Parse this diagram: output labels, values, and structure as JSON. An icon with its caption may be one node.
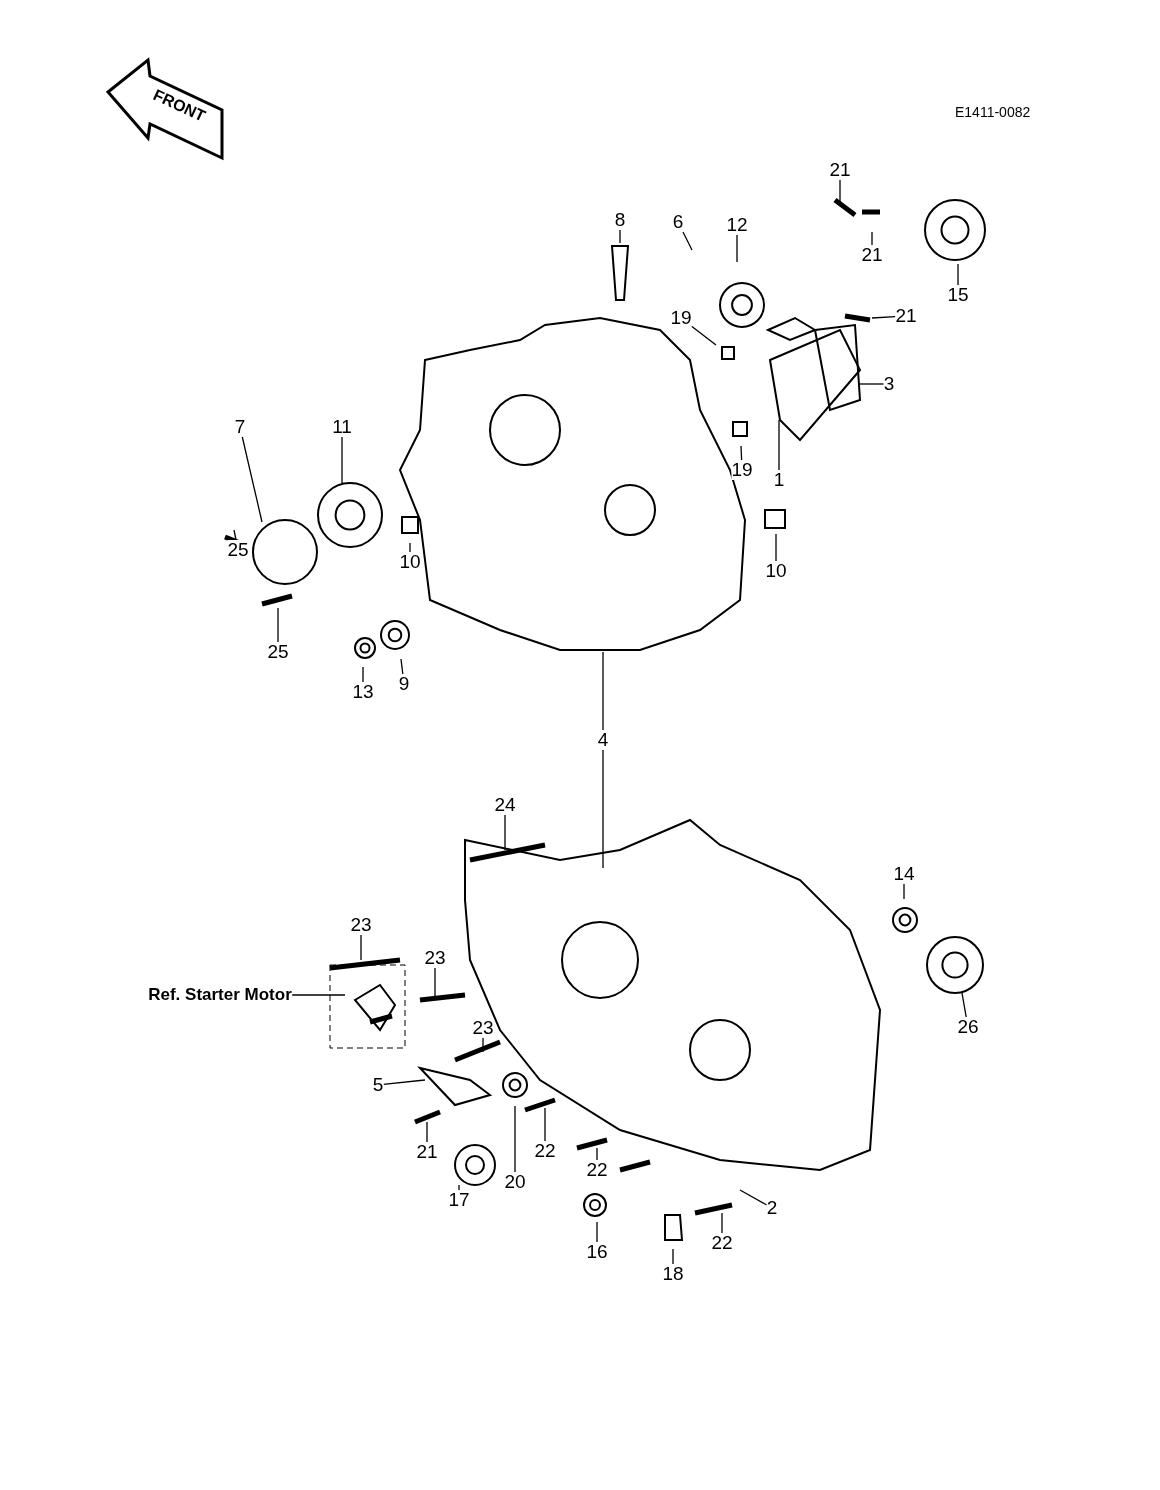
{
  "diagram": {
    "nodes": [
      {
        "text": [
          "21"
        ]
      },
      {
        "text": [
          "8"
        ]
      },
      {
        "text": [
          "6"
        ]
      },
      {
        "text": [
          "12"
        ]
      },
      {
        "text": [
          "21"
        ]
      },
      {
        "text": [
          "15"
        ]
      },
      {
        "text": [
          "19"
        ]
      },
      {
        "text": [
          "21"
        ]
      },
      {
        "text": [
          "3"
        ]
      },
      {
        "text": [
          "7"
        ]
      },
      {
        "text": [
          "11"
        ]
      },
      {
        "text": [
          "19"
        ]
      },
      {
        "text": [
          "1"
        ]
      },
      {
        "text": [
          "25"
        ]
      },
      {
        "text": [
          "10"
        ]
      },
      {
        "text": [
          "10"
        ]
      },
      {
        "text": [
          "25"
        ]
      },
      {
        "text": [
          "13"
        ]
      },
      {
        "text": [
          "9"
        ]
      },
      {
        "text": [
          "4"
        ]
      },
      {
        "text": [
          "24"
        ]
      },
      {
        "text": [
          "14"
        ]
      },
      {
        "text": [
          "23"
        ]
      },
      {
        "text": [
          "23"
        ]
      },
      {
        "text": [
          "Ref. Starter Motor"
        ]
      },
      {
        "text": [
          "26"
        ]
      },
      {
        "text": [
          "23"
        ]
      },
      {
        "text": [
          "5"
        ]
      },
      {
        "text": [
          "21"
        ]
      },
      {
        "text": [
          "22"
        ]
      },
      {
        "text": [
          "22"
        ]
      },
      {
        "text": [
          "20"
        ]
      },
      {
        "text": [
          "2"
        ]
      },
      {
        "text": [
          "17"
        ]
      },
      {
        "text": [
          "22"
        ]
      },
      {
        "text": [
          "16"
        ]
      },
      {
        "text": [
          "18"
        ]
      }
    ],
    "edges": [
      {
        "from": 0,
        "to": null,
        "arrow": "none"
      },
      {
        "from": 1,
        "to": null,
        "arrow": "none"
      },
      {
        "from": 2,
        "to": null,
        "arrow": "none"
      },
      {
        "from": 3,
        "to": null,
        "arrow": "none"
      },
      {
        "from": 4,
        "to": null,
        "arrow": "none"
      },
      {
        "from": 5,
        "to": null,
        "arrow": "none"
      },
      {
        "from": 6,
        "to": null,
        "arrow": "none"
      },
      {
        "from": 7,
        "to": null,
        "arrow": "none"
      },
      {
        "from": 8,
        "to": null,
        "arrow": "none"
      },
      {
        "from": 9,
        "to": null,
        "arrow": "none"
      },
      {
        "from": 10,
        "to": null,
        "arrow": "none"
      },
      {
        "from": 11,
        "to": null,
        "arrow": "none"
      },
      {
        "from": 12,
        "to": null,
        "arrow": "none"
      },
      {
        "from": 13,
        "to": null,
        "arrow": "none"
      },
      {
        "from": 14,
        "to": null,
        "arrow": "none"
      },
      {
        "from": 15,
        "to": null,
        "arrow": "none"
      },
      {
        "from": 16,
        "to": null,
        "arrow": "none"
      },
      {
        "from": 17,
        "to": null,
        "arrow": "none"
      },
      {
        "from": 18,
        "to": null,
        "arrow": "none"
      },
      {
        "from": 19,
        "to": null,
        "arrow": "none"
      },
      {
        "from": 19,
        "to": null,
        "arrow": "none"
      },
      {
        "from": 20,
        "to": null,
        "arrow": "none"
      },
      {
        "from": 21,
        "to": null,
        "arrow": "none"
      },
      {
        "from": 22,
        "to": null,
        "arrow": "none"
      },
      {
        "from": 23,
        "to": null,
        "arrow": "none"
      },
      {
        "from": 24,
        "to": null,
        "arrow": "none"
      },
      {
        "from": 25,
        "to": null,
        "arrow": "none"
      },
      {
        "from": 26,
        "to": null,
        "arrow": "none"
      },
      {
        "from": 27,
        "to": null,
        "arrow": "none"
      },
      {
        "from": 28,
        "to": null,
        "arrow": "none"
      },
      {
        "from": 29,
        "to": null,
        "arrow": "none"
      },
      {
        "from": 30,
        "to": null,
        "arrow": "none"
      },
      {
        "from": 31,
        "to": null,
        "arrow": "none"
      },
      {
        "from": 32,
        "to": null,
        "arrow": "none"
      },
      {
        "from": 33,
        "to": null,
        "arrow": "none"
      },
      {
        "from": 34,
        "to": null,
        "arrow": "none"
      },
      {
        "from": 35,
        "to": null,
        "arrow": "none"
      },
      {
        "from": 36,
        "to": null,
        "arrow": "none"
      }
    ],
    "labels": [
      "FRONT",
      "E1411-0082"
    ]
  }
}
